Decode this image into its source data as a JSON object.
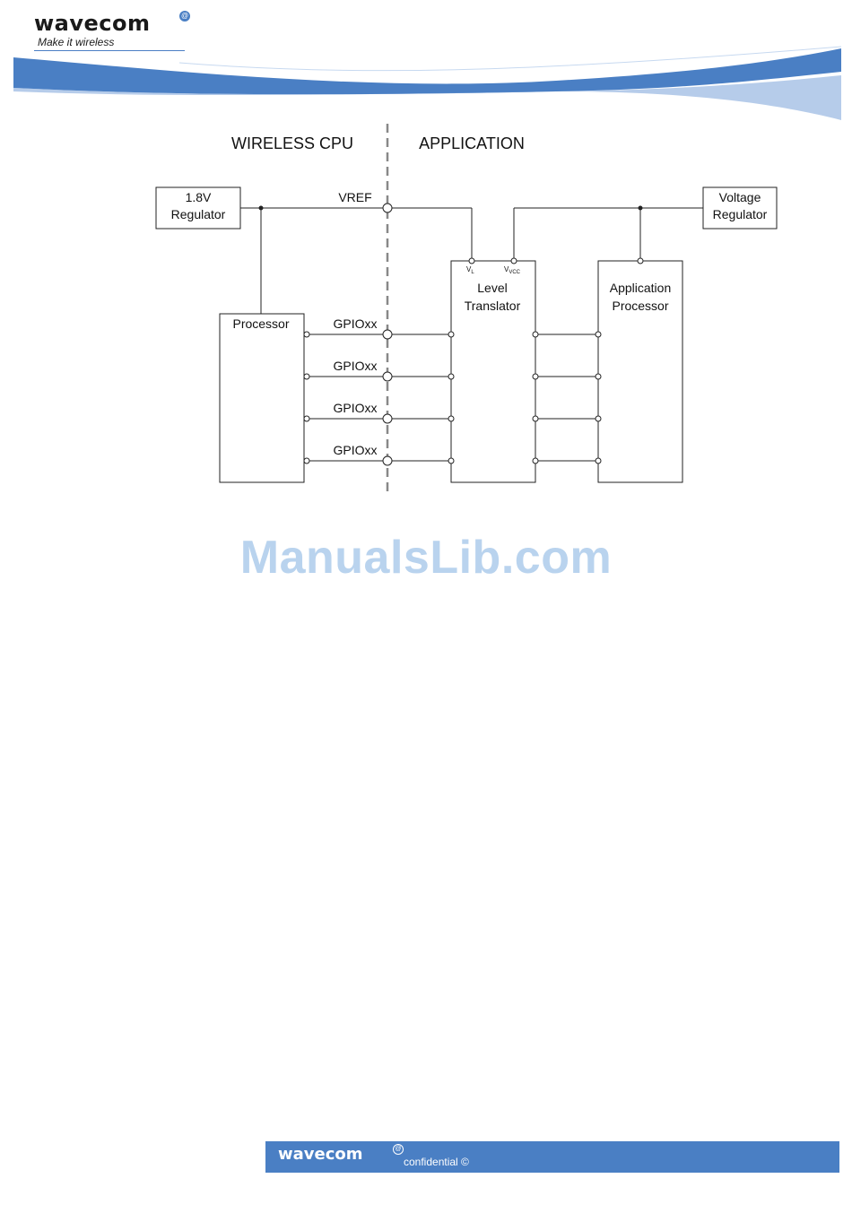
{
  "header": {
    "logo_text": "wavecom",
    "tagline": "Make it wireless"
  },
  "diagram": {
    "side_left": "WIRELESS CPU",
    "side_right": "APPLICATION",
    "regulator_18v_line1": "1.8V",
    "regulator_18v_line2": "Regulator",
    "voltage_regulator_line1": "Voltage",
    "voltage_regulator_line2": "Regulator",
    "vref_label": "VREF",
    "processor_label": "Processor",
    "level_translator_line1": "Level",
    "level_translator_line2": "Translator",
    "app_processor_line1": "Application",
    "app_processor_line2": "Processor",
    "vl_label": "V",
    "vl_sub": "L",
    "vvcc_label": "V",
    "vvcc_sub": "VCC",
    "gpio_labels": [
      "GPIOxx",
      "GPIOxx",
      "GPIOxx",
      "GPIOxx"
    ]
  },
  "watermark": "ManualsLib.com",
  "footer": {
    "logo_text": "wavecom",
    "confidential": "confidential ©"
  },
  "colors": {
    "brand_blue": "#4a7fc4",
    "watermark": "#b9d3ee"
  }
}
